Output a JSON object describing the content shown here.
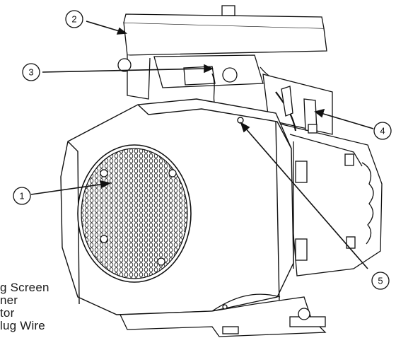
{
  "callouts": [
    "1",
    "2",
    "3",
    "4",
    "5"
  ],
  "legend": {
    "lines": [
      "g Screen",
      "ner",
      "tor",
      "lug Wire"
    ]
  },
  "colors": {
    "ink": "#111111",
    "screen_fill": "#d9d9d9",
    "background": "#ffffff"
  }
}
